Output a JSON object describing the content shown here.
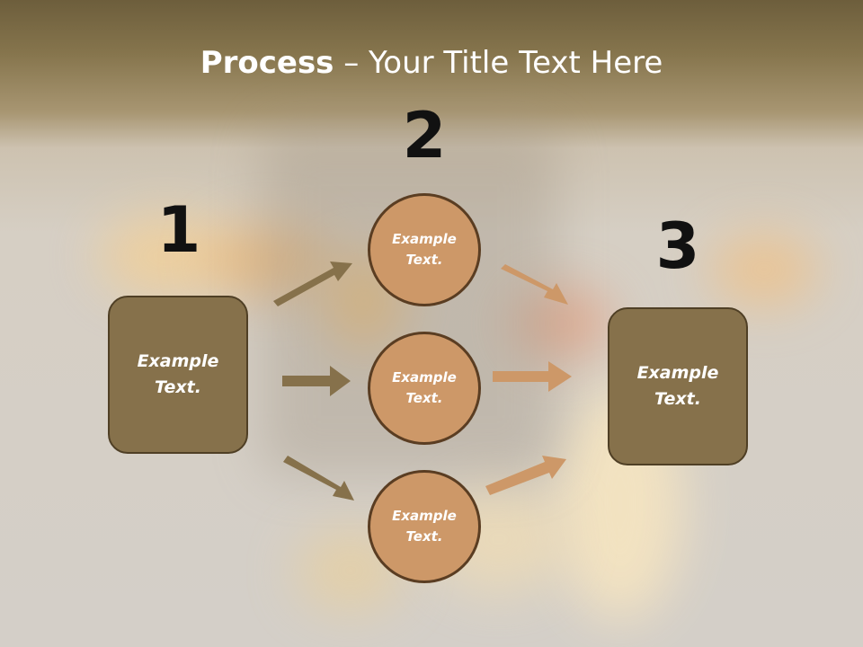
{
  "title": {
    "bold": "Process",
    "rest": " – Your Title Text Here"
  },
  "steps": {
    "one": "1",
    "two": "2",
    "three": "3"
  },
  "left_box": {
    "text": "Example Text."
  },
  "right_box": {
    "text": "Example Text."
  },
  "circles": [
    {
      "text": "Example Text."
    },
    {
      "text": "Example Text."
    },
    {
      "text": "Example Text."
    }
  ],
  "colors": {
    "box_fill": "#86714b",
    "circle_fill": "#cd9868",
    "arrow_left": "#86714b",
    "arrow_right": "#cd9868"
  }
}
